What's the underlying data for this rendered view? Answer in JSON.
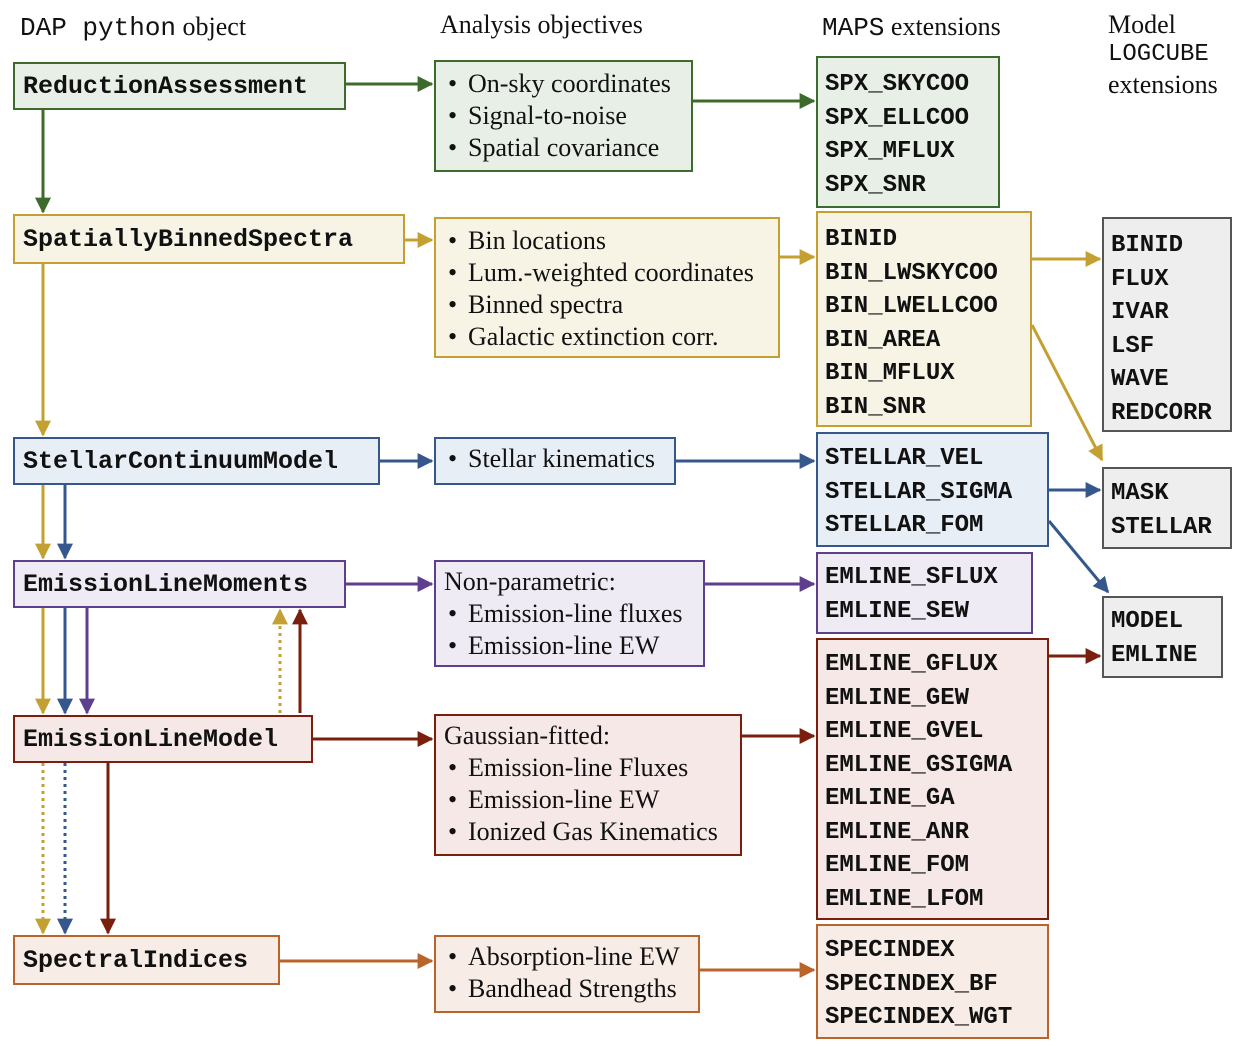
{
  "headers": {
    "col1_mono": "DAP python",
    "col1_rest": " object",
    "col2": "Analysis objectives",
    "col3_mono": "MAPS",
    "col3_rest": " extensions",
    "col4_line1": "Model",
    "col4_line2": "LOGCUBE",
    "col4_line3": "extensions"
  },
  "objects": {
    "reduction_assessment": "ReductionAssessment",
    "spatially_binned_spectra": "SpatiallyBinnedSpectra",
    "stellar_continuum_model": "StellarContinuumModel",
    "emission_line_moments": "EmissionLineMoments",
    "emission_line_model": "EmissionLineModel",
    "spectral_indices": "SpectralIndices"
  },
  "objectives": {
    "reduction_assessment": {
      "title": "",
      "items": [
        "On-sky coordinates",
        "Signal-to-noise",
        "Spatial covariance"
      ]
    },
    "spatially_binned_spectra": {
      "title": "",
      "items": [
        "Bin locations",
        "Lum.-weighted coordinates",
        "Binned spectra",
        "Galactic extinction corr."
      ]
    },
    "stellar_continuum_model": {
      "title": "",
      "items": [
        "Stellar kinematics"
      ]
    },
    "emission_line_moments": {
      "title": "Non-parametric:",
      "items": [
        "Emission-line fluxes",
        "Emission-line EW"
      ]
    },
    "emission_line_model": {
      "title": "Gaussian-fitted:",
      "items": [
        "Emission-line Fluxes",
        "Emission-line EW",
        "Ionized Gas Kinematics"
      ]
    },
    "spectral_indices": {
      "title": "",
      "items": [
        "Absorption-line EW",
        "Bandhead Strengths"
      ]
    }
  },
  "maps_extensions": {
    "reduction_assessment": [
      "SPX_SKYCOO",
      "SPX_ELLCOO",
      "SPX_MFLUX",
      "SPX_SNR"
    ],
    "spatially_binned_spectra": [
      "BINID",
      "BIN_LWSKYCOO",
      "BIN_LWELLCOO",
      "BIN_AREA",
      "BIN_MFLUX",
      "BIN_SNR"
    ],
    "stellar_continuum_model": [
      "STELLAR_VEL",
      "STELLAR_SIGMA",
      "STELLAR_FOM"
    ],
    "emission_line_moments": [
      "EMLINE_SFLUX",
      "EMLINE_SEW"
    ],
    "emission_line_model": [
      "EMLINE_GFLUX",
      "EMLINE_GEW",
      "EMLINE_GVEL",
      "EMLINE_GSIGMA",
      "EMLINE_GA",
      "EMLINE_ANR",
      "EMLINE_FOM",
      "EMLINE_LFOM"
    ],
    "spectral_indices": [
      "SPECINDEX",
      "SPECINDEX_BF",
      "SPECINDEX_WGT"
    ]
  },
  "logcube_extensions": {
    "binned": [
      "BINID",
      "FLUX",
      "IVAR",
      "LSF",
      "WAVE",
      "REDCORR"
    ],
    "mask": [
      "MASK",
      "STELLAR"
    ],
    "model": [
      "MODEL",
      "EMLINE"
    ]
  },
  "colors": {
    "green": "#3d6b2c",
    "green_fill": "#e8efe6",
    "gold": "#c4a032",
    "gold_fill": "#f7f4e6",
    "blue": "#35578c",
    "blue_fill": "#e8eef6",
    "purple": "#5d3f8e",
    "purple_fill": "#efebf5",
    "red": "#7a1e0e",
    "red_fill": "#f5e8e6",
    "orange": "#b8642a",
    "orange_fill": "#f7ede6",
    "gray": "#555555",
    "gray_fill": "#eeeeee"
  }
}
